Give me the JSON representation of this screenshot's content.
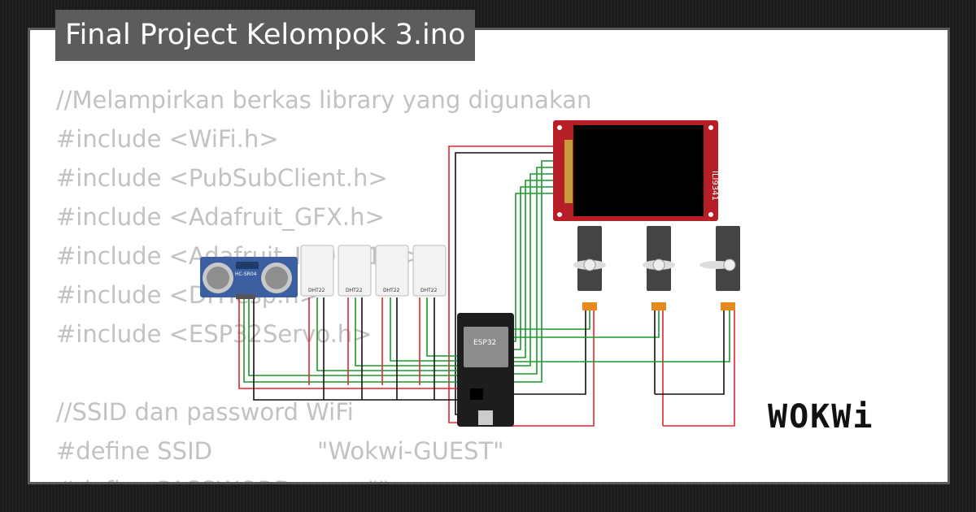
{
  "header": {
    "title": "Final Project Kelompok 3.ino"
  },
  "code_lines": [
    "//Melampirkan berkas library yang digunakan",
    "#include <WiFi.h>",
    "#include <PubSubClient.h>",
    "#include <Adafruit_GFX.h>",
    "#include <Adafruit_ILI9341.h>",
    "#include <DHTesp.h>",
    "#include <ESP32Servo.h>",
    "",
    "//SSID dan password WiFi",
    "#define SSID              \"Wokwi-GUEST\"",
    "#define PASSWORD          \"\""
  ],
  "circuit": {
    "tft_label": "ILI9341",
    "ultrasonic_label": "HC-SR04",
    "dht_label": "DHT22",
    "esp_label": "ESP32",
    "colors": {
      "red": "#e8242b",
      "green": "#1a9a2a",
      "black": "#111111",
      "tft_board": "#b51f25"
    }
  },
  "brand": {
    "logo": "WOKWi"
  }
}
